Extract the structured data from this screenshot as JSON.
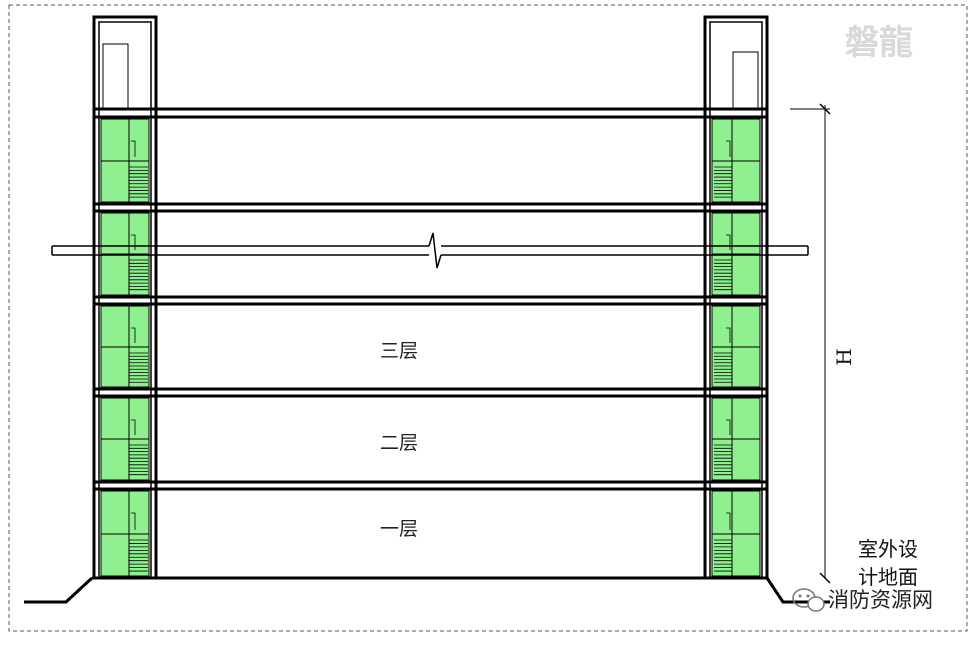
{
  "diagram": {
    "floor_labels": [
      "三层",
      "二层",
      "一层"
    ],
    "height_dimension_label": "H",
    "ground_label_line1": "室外设",
    "ground_label_line2": "计地面",
    "watermark_top": "磐龍",
    "source_watermark": "消防资源网",
    "colors": {
      "stair_fill": "#8ff08f",
      "line": "#000000",
      "border_dashed": "#555555",
      "watermark": "#d9d9d9"
    }
  }
}
